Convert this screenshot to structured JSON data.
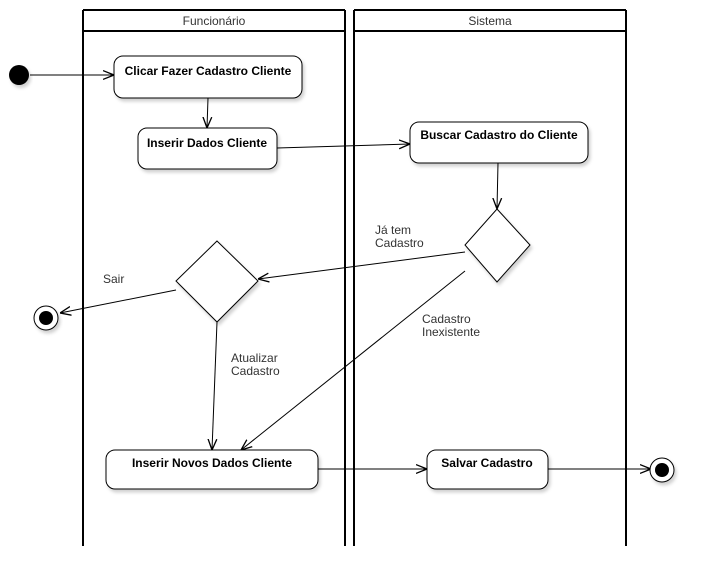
{
  "lanes": {
    "funcionario": "Funcionário",
    "sistema": "Sistema"
  },
  "nodes": {
    "clicar": "Clicar Fazer Cadastro Cliente",
    "inserir": "Inserir Dados Cliente",
    "buscar": "Buscar Cadastro do Cliente",
    "novos": "Inserir Novos Dados Cliente",
    "salvar": "Salvar Cadastro"
  },
  "edges": {
    "ja_tem_1": "Já tem",
    "ja_tem_2": "Cadastro",
    "sair": "Sair",
    "inexistente_1": "Cadastro",
    "inexistente_2": "Inexistente",
    "atualizar_1": "Atualizar",
    "atualizar_2": "Cadastro"
  },
  "colors": {
    "stroke": "#000000",
    "text": "#333333",
    "background": "#ffffff"
  }
}
